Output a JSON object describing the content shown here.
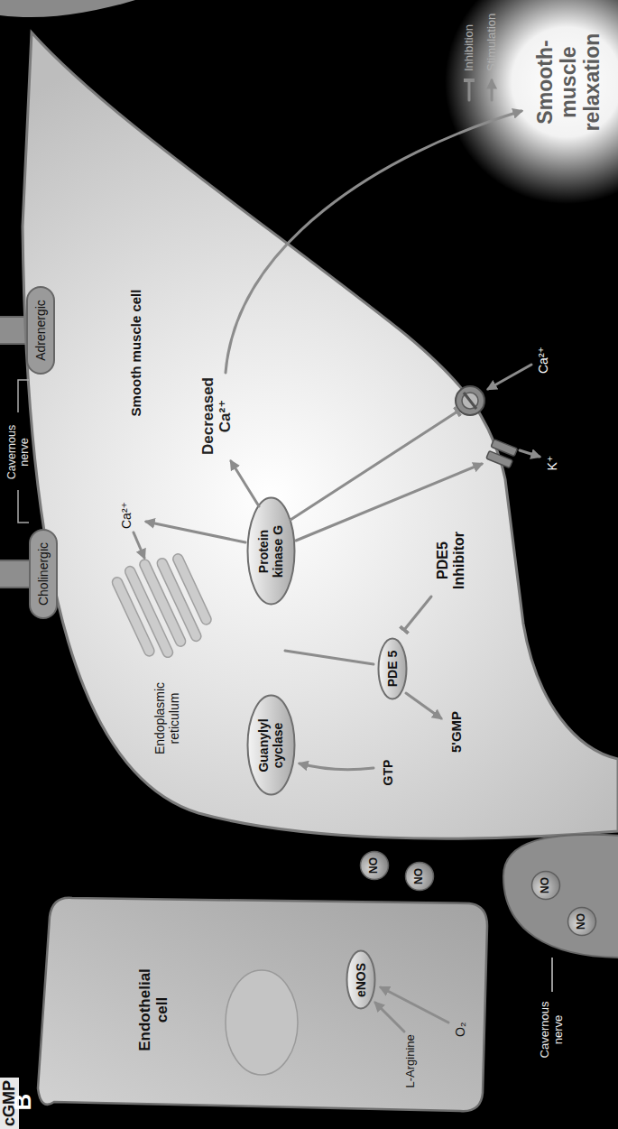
{
  "diagram": {
    "nodes": [
      {
        "text": [
          "Endothelial cell"
        ]
      },
      {
        "text": [
          "eNOS"
        ],
        "in": 0
      },
      {
        "text": [
          "NO"
        ]
      },
      {
        "text": [
          "NO"
        ]
      },
      {
        "text": [
          "Smooth muscle cell"
        ]
      },
      {
        "text": [
          "Guanylyl cyclase"
        ],
        "in": 4
      },
      {
        "text": [
          "Protein kinase G"
        ],
        "in": 4
      },
      {
        "text": [
          "PDE 5"
        ],
        "in": 4
      },
      {
        "text": [
          "Cholinergic"
        ]
      },
      {
        "text": [
          "Adrenergic"
        ]
      },
      {
        "text": [
          "Cavernous nerve"
        ]
      },
      {
        "text": [
          "NO"
        ],
        "in": 10
      },
      {
        "text": [
          "NO"
        ],
        "in": 10
      }
    ],
    "edges": [
      {
        "from": 1,
        "to": 2,
        "arrow": "to"
      },
      {
        "from": 3,
        "to": 5,
        "arrow": "to"
      },
      {
        "from": 11,
        "to": 5,
        "arrow": "to"
      },
      {
        "from": 5,
        "to": 6,
        "label": "cGMP",
        "arrow": "to"
      }
    ],
    "labels": [
      "B",
      "L-Arginine",
      "O₂",
      "GTP",
      "5'GMP",
      "Endoplasmic reticulum",
      "Ca²⁺",
      "Decreased Ca²⁺",
      "PDE5 Inhibitor",
      "K⁺",
      "Ca²⁺",
      "Cavernous nerve",
      "Smooth-muscle relaxation"
    ],
    "legend": [
      {
        "text": "Inhibition"
      },
      {
        "text": "Stimulation"
      }
    ]
  }
}
